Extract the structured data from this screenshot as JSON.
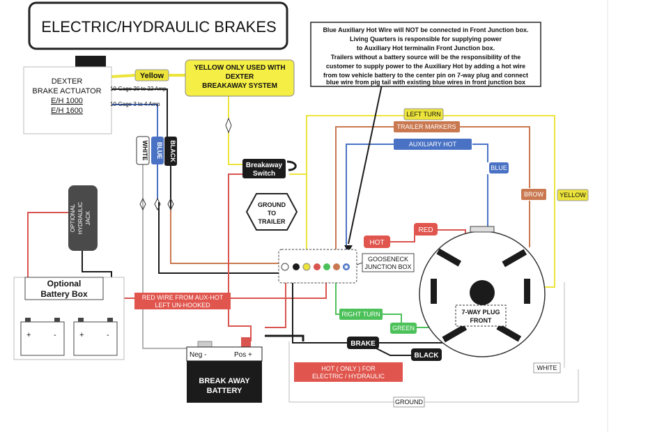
{
  "title": "ELECTRIC/HYDRAULIC BRAKES",
  "note": [
    "Blue Auxiliary Hot Wire will NOT be connected in Front Junction box.",
    "Living Quarters is responsible for supplying power",
    "to Auxiliary Hot terminalin Front Junction box.",
    "Trailers without a battery source will be the responsibility of the",
    "customer to supply power to the Auxiliary Hot by adding a hot wire",
    "from tow vehicle battery  to the center pin on  7-way plug and connect",
    "blue wire from pig tail with existing blue wires in front junction box"
  ],
  "actuator": [
    "DEXTER",
    "BRAKE ACTUATOR",
    "E/H 1000",
    "E/H 1600"
  ],
  "gage1": "10-Gage 20 to 22 Amp",
  "gage2": "10-Gage 3 to 4 Amp",
  "yellow_tag": "Yellow",
  "yellow_note": [
    "YELLOW ONLY USED WITH",
    "DEXTER",
    "BREAKAWAY SYSTEM"
  ],
  "white_tag": "WHITE",
  "blue_tag": "BLUE",
  "black_tag": "BLACK",
  "breakaway_switch": [
    "Breakaway",
    "Switch"
  ],
  "ground_to_trailer": [
    "GROUND",
    "TO",
    "TRAILER"
  ],
  "jack": [
    "OPTIONAL",
    "HYDRAULIC",
    "JACK"
  ],
  "battery_box": [
    "Optional",
    "Battery Box"
  ],
  "red_wire_note": [
    "RED WIRE FROM AUX-HOT",
    "LEFT UN-HOOKED"
  ],
  "gooseneck": [
    "GOOSENECK",
    "JUNCTION BOX"
  ],
  "left_turn": "LEFT TURN",
  "trailer_markers": "TRAILER MARKERS",
  "aux_hot": "AUXILIARY HOT",
  "blue_label": "BLUE",
  "brow": "BROW",
  "yellow_right": "YELLOW",
  "red_label": "RED",
  "hot_label": "HOT",
  "plug": [
    "7-WAY PLUG",
    "FRONT"
  ],
  "right_turn": "RIGHT TURN",
  "green": "GREEN",
  "brake": "BRAKE",
  "black_label": "BLACK",
  "hot_only": [
    "HOT ( ONLY ) FOR",
    "ELECTRIC / HYDRAULIC"
  ],
  "white_label": "WHITE",
  "ground_label": "GROUND",
  "battery": {
    "neg": "Neg  -",
    "pos": "Pos  +",
    "label": [
      "BREAK AWAY",
      "BATTERY"
    ]
  },
  "plus": "+",
  "minus": "-",
  "colors": {
    "red": "#d9534f",
    "blue": "#4a72c4",
    "green": "#4cc159",
    "yellow": "#ece43a",
    "brown": "#c97850",
    "black": "#1b1b1b",
    "label_red": "#e0554d"
  }
}
